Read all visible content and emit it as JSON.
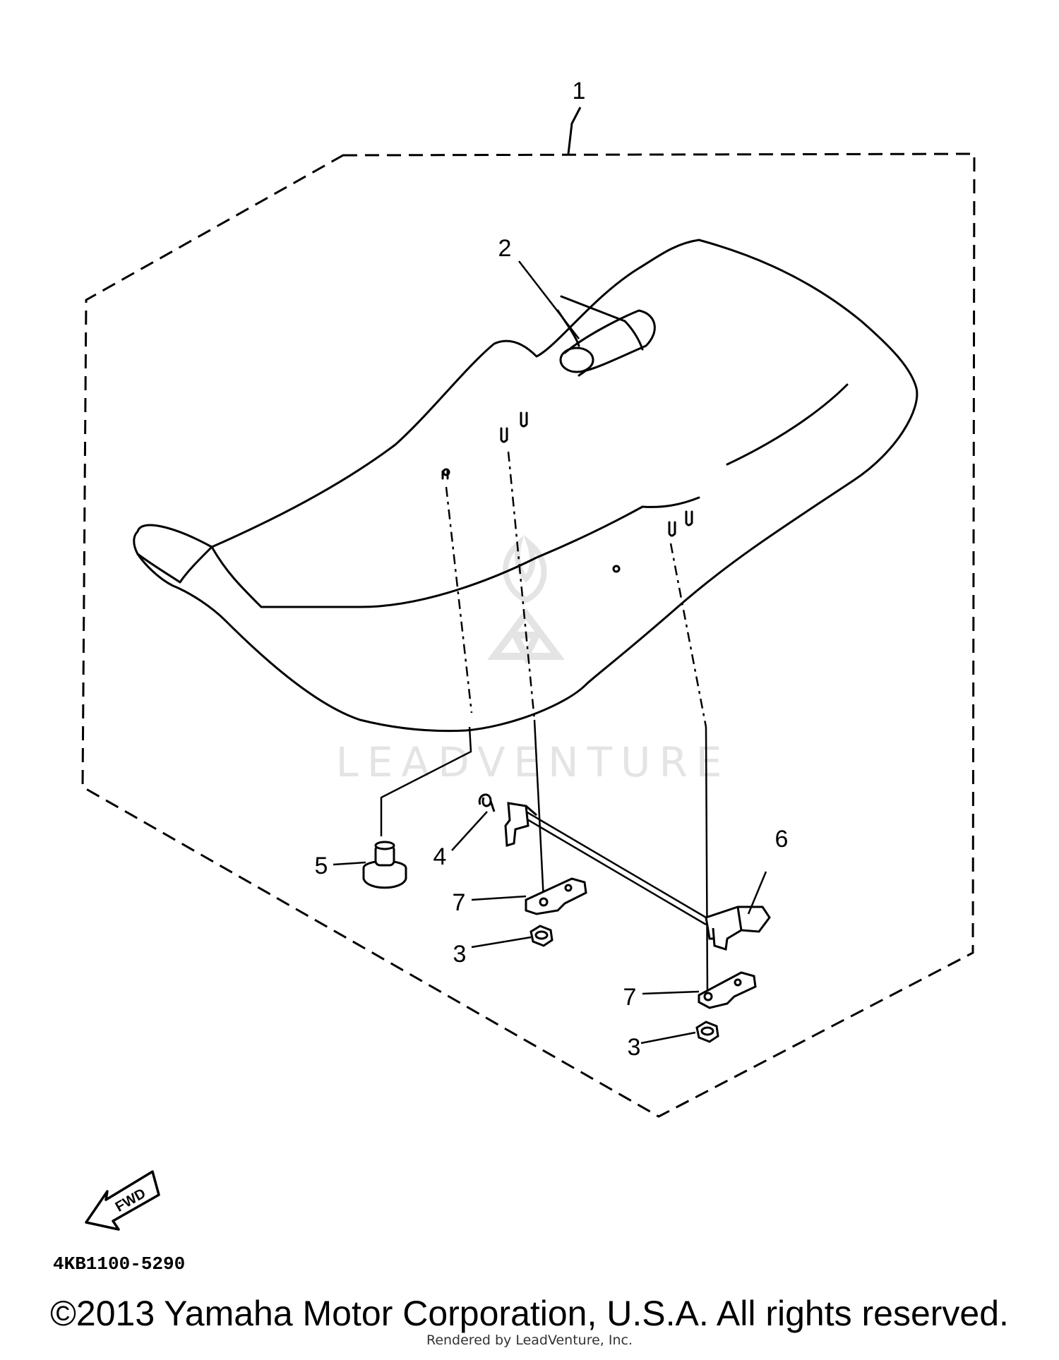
{
  "diagram": {
    "callouts": {
      "c1": "1",
      "c2": "2",
      "c3a": "3",
      "c3b": "3",
      "c4": "4",
      "c5": "5",
      "c6": "6",
      "c7a": "7",
      "c7b": "7"
    },
    "fwd_label": "FWD",
    "part_code": "4KB1100-5290",
    "watermark": "LEADVENTURE"
  },
  "footer": {
    "copyright": "©2013 Yamaha Motor Corporation, U.S.A. All rights reserved.",
    "rendered_by": "Rendered by LeadVenture, Inc."
  },
  "colors": {
    "ink": "#000000",
    "watermark": "#e4e4e4",
    "background": "#ffffff"
  }
}
